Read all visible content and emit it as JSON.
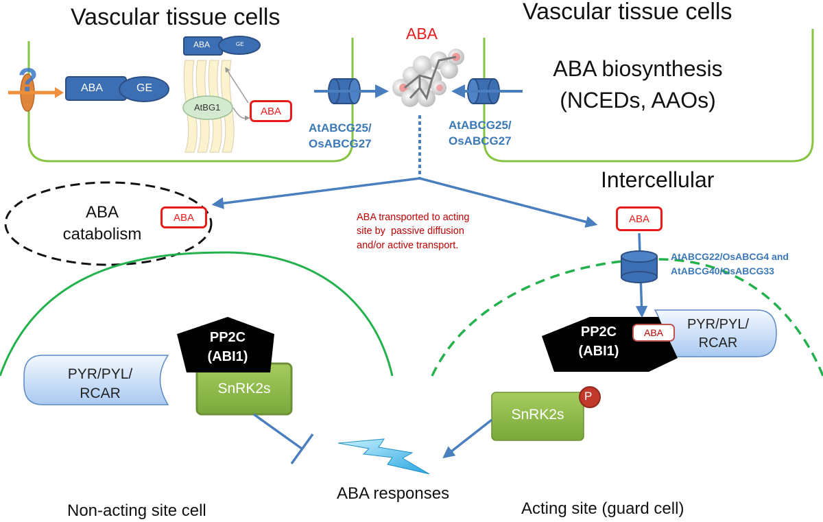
{
  "titles": {
    "left_cells": "Vascular tissue cells",
    "right_cells": "Vascular tissue cells",
    "aba_center": "ABA",
    "intercellular": "Intercellular"
  },
  "biosynthesis": {
    "line1": "ABA biosynthesis",
    "line2": "(NCEDs, AAOs)"
  },
  "left_cell": {
    "question_mark": "?",
    "aba_ge_large": {
      "aba": "ABA",
      "ge": "GE"
    },
    "aba_ge_small": {
      "aba": "ABA",
      "ge": "GE"
    },
    "atbg1": "AtBG1",
    "aba_box": "ABA"
  },
  "transporters": {
    "left": "AtABCG25/\nOsABCG27",
    "right": "AtABCG25/\nOsABCG27",
    "importer": "AtABCG22/OsABCG4 and\nAtABCG40/OsABCG33"
  },
  "catabolism": {
    "label": "ABA\ncatabolism",
    "aba_box": "ABA"
  },
  "transport_note": "ABA transported to acting\nsite by  passive diffusion\nand/or active transport.",
  "intercellular_aba_box": "ABA",
  "non_acting": {
    "receptor": "PYR/PYL/\nRCAR",
    "pp2c": "PP2C\n(ABI1)",
    "snrk": "SnRK2s",
    "caption": "Non-acting site cell"
  },
  "acting": {
    "receptor": "PYR/PYL/\nRCAR",
    "pp2c": "PP2C\n(ABI1)",
    "aba_box": "ABA",
    "snrk": "SnRK2s",
    "phospho": "P",
    "caption": "Acting site (guard cell)"
  },
  "responses": "ABA responses",
  "colors": {
    "membrane_green": "#86c441",
    "guard_green": "#22b14c",
    "arrow_blue": "#4a7fbf",
    "aba_red": "#e81a1a",
    "label_blue": "#3b78b8",
    "snrk_green": "#8cb84a"
  }
}
